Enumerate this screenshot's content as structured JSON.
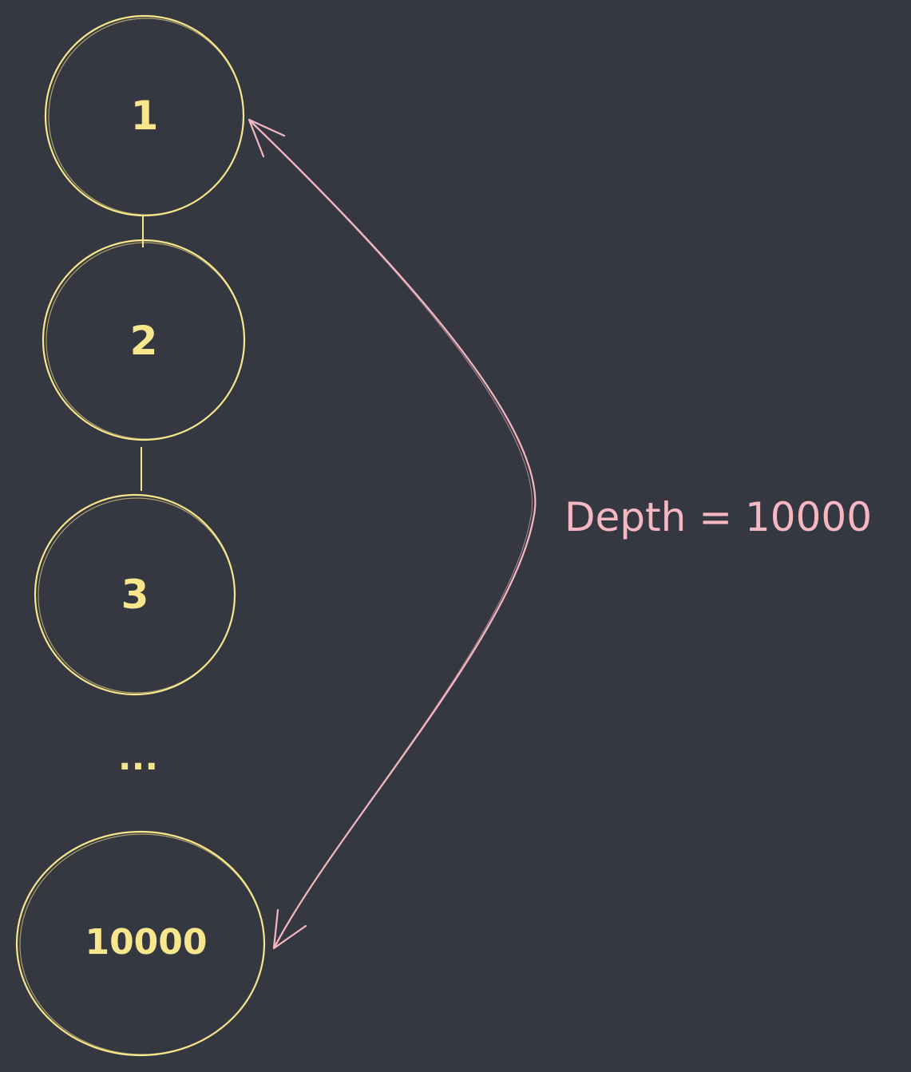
{
  "diagram": {
    "nodes": [
      {
        "label": "1"
      },
      {
        "label": "2"
      },
      {
        "label": "3"
      },
      {
        "label": "10000"
      }
    ],
    "ellipsis": "...",
    "depth_label": "Depth = 10000"
  },
  "colors": {
    "background": "#353840",
    "node_stroke": "#f8e68c",
    "node_text": "#f8e68c",
    "arrow": "#f5b8c2",
    "depth_text": "#f5b8c2"
  }
}
